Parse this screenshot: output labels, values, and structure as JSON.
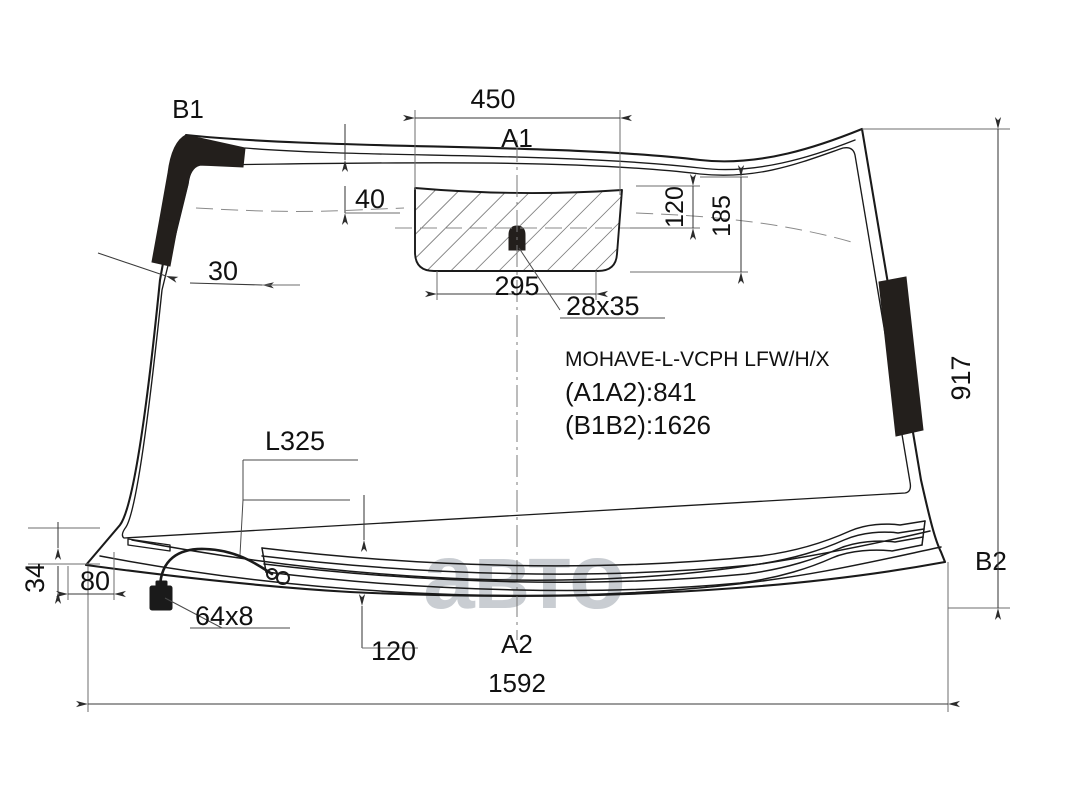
{
  "drawing": {
    "title": "Windshield technical drawing",
    "part_code": "MOHAVE-L-VCPH LFW/H/X",
    "spec_a1a2": "(A1A2):841",
    "spec_b1b2": "(B1B2):1626",
    "watermark": "авто",
    "corner_labels": {
      "top_left": "B1",
      "top_center": "A1",
      "bottom_right": "B2",
      "bottom_center": "A2"
    },
    "dimensions": {
      "bracket_width": "450",
      "bracket_base": "295",
      "sensor_window": "28x35",
      "bracket_inner_height": "120",
      "bracket_outer_height": "185",
      "top_band": "40",
      "side_band": "30",
      "overall_height": "917",
      "overall_width": "1592",
      "cowl_offset": "120",
      "antenna_length": "L325",
      "connector_size": "64x8",
      "edge_small": "34",
      "edge_offset": "80"
    },
    "colors": {
      "line": "#1a1a1a",
      "band": "#231f1c",
      "dim": "#3a3a3a",
      "watermark": "#c9cdd2",
      "background": "#ffffff"
    }
  }
}
